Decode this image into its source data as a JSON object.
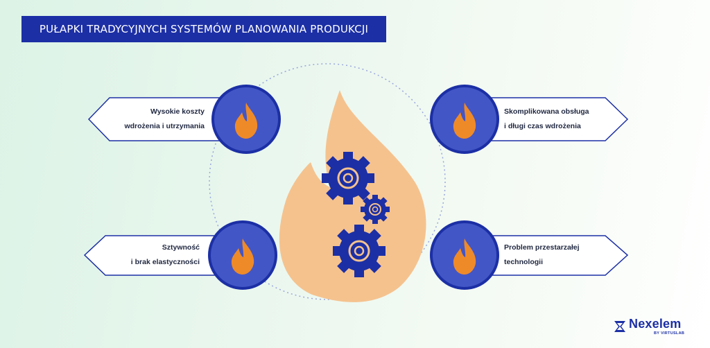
{
  "title": "PUŁAPKI TRADYCYJNYCH SYSTEMÓW PLANOWANIA PRODUKCJI",
  "items": [
    {
      "line1": "Wysokie koszty",
      "line2": "wdrożenia i utrzymania"
    },
    {
      "line1": "Skomplikowana obsługa",
      "line2": "i długi czas wdrożenia"
    },
    {
      "line1": "Sztywność",
      "line2": "i brak elastyczności"
    },
    {
      "line1": "Problem przestarzałej",
      "line2": "technologii"
    }
  ],
  "logo": {
    "name": "Nexelem",
    "sub": "BY VIRTUSLAB"
  },
  "colors": {
    "title_bg": "#1c2fa5",
    "circle": "#4356c6",
    "circle_border": "#1c2fa5",
    "flame_icon": "#ef8a28",
    "big_flame": "#f5c28e",
    "gear": "#1c2fa5"
  },
  "icons": [
    "flame-icon",
    "gear-icon",
    "nexelem-logo-icon"
  ]
}
